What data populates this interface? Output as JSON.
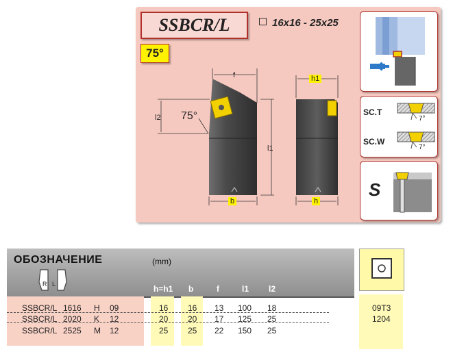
{
  "header": {
    "title": "SSBCR/L",
    "size_range": "16x16 - 25x25",
    "angle_badge": "75°"
  },
  "drawing": {
    "dim_f": "f",
    "dim_l2": "l2",
    "angle": "75°",
    "dim_l1": "l1",
    "dim_b": "b",
    "dim_h1": "h1",
    "dim_h": "h"
  },
  "clamping": {
    "sc_t": "SC.T",
    "sc_w": "SC.W",
    "angle_t": "7°",
    "angle_w": "7°",
    "system": "S"
  },
  "colors": {
    "panel": "#f6c9c0",
    "badge": "#fff200",
    "frame": "#b0302a",
    "highlight": "#fffab8"
  },
  "table": {
    "code_header": "ОБОЗНАЧЕНИЕ",
    "unit": "(mm)",
    "hand_icon_labels": [
      "R",
      "L"
    ],
    "columns": [
      "h=h1",
      "b",
      "f",
      "l1",
      "l2"
    ],
    "rows": [
      {
        "code": "SSBCR/L",
        "size": "1616",
        "grade": "H",
        "num": "09",
        "h": "16",
        "b": "16",
        "f": "13",
        "l1": "100",
        "l2": "18",
        "insert": "09T3"
      },
      {
        "code": "SSBCR/L",
        "size": "2020",
        "grade": "K",
        "num": "12",
        "h": "20",
        "b": "20",
        "f": "17",
        "l1": "125",
        "l2": "25",
        "insert": "1204"
      },
      {
        "code": "SSBCR/L",
        "size": "2525",
        "grade": "M",
        "num": "12",
        "h": "25",
        "b": "25",
        "f": "22",
        "l1": "150",
        "l2": "25",
        "insert": ""
      }
    ]
  }
}
